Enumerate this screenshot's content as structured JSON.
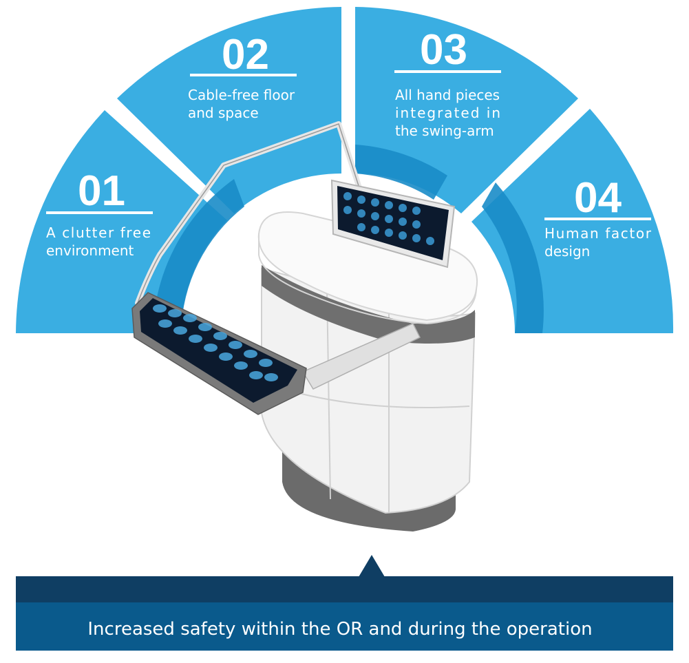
{
  "colors": {
    "segment_fill": "#3aaee2",
    "inner_ring": "#1a8cc8",
    "banner_top": "#0f3e63",
    "banner_bottom": "#0a5a8c",
    "pointer": "#0f3e63",
    "text": "#ffffff"
  },
  "segments": [
    {
      "number": "01",
      "lines": [
        "A clutter free",
        "environment"
      ]
    },
    {
      "number": "02",
      "lines": [
        "Cable-free floor",
        "and space"
      ]
    },
    {
      "number": "03",
      "lines": [
        "All hand pieces",
        "integrated in",
        "the swing-arm"
      ]
    },
    {
      "number": "04",
      "lines": [
        "Human factor",
        "design"
      ]
    }
  ],
  "banner": {
    "text": "Increased safety within the OR and during the operation"
  },
  "illustration": {
    "icon": "medical-workstation-illustration"
  }
}
